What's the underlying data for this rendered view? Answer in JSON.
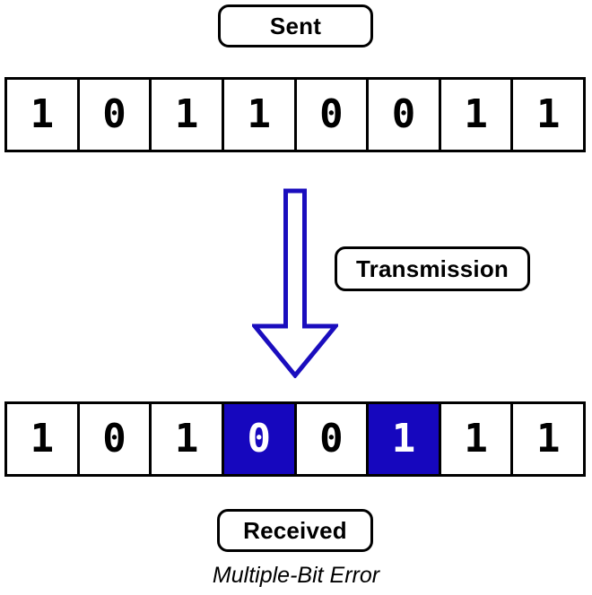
{
  "diagram": {
    "caption": "Multiple-Bit Error",
    "labels": {
      "sent": "Sent",
      "transmission": "Transmission",
      "received": "Received"
    },
    "colors": {
      "error_fill": "#1607be",
      "error_text": "#ffffff",
      "border": "#000000",
      "background": "#ffffff",
      "arrow_stroke": "#1a0dbe",
      "arrow_fill": "#ffffff"
    },
    "sent_bits": [
      "1",
      "0",
      "1",
      "1",
      "0",
      "0",
      "1",
      "1"
    ],
    "received_bits": [
      "1",
      "0",
      "1",
      "0",
      "0",
      "1",
      "1",
      "1"
    ],
    "received_flipped_indices": [
      3,
      5
    ],
    "arrow_direction": "down",
    "error_count": 2
  }
}
